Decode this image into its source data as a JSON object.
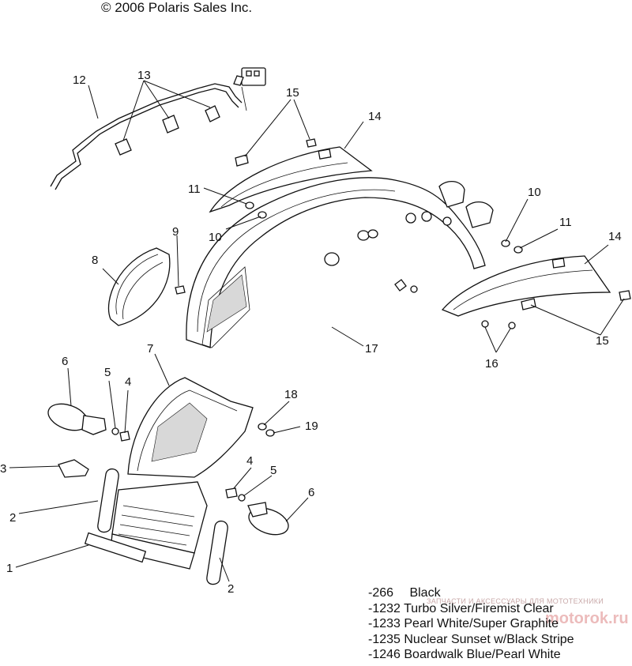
{
  "copyright": "© 2006 Polaris Sales Inc.",
  "callouts": {
    "c12": "12",
    "c13": "13",
    "c15a": "15",
    "c14a": "14",
    "c11a": "11",
    "c10a": "10",
    "c9": "9",
    "c8": "8",
    "c10b": "10",
    "c11b": "11",
    "c14b": "14",
    "c15b": "15",
    "c16": "16",
    "c17": "17",
    "c7": "7",
    "c6a": "6",
    "c5a": "5",
    "c4a": "4",
    "c3": "3",
    "c2a": "2",
    "c1": "1",
    "c18": "18",
    "c19": "19",
    "c4b": "4",
    "c5b": "5",
    "c6b": "6",
    "c2b": "2"
  },
  "legend": [
    {
      "code": "-266",
      "label": "Black"
    },
    {
      "code": "-1232",
      "label": "Turbo Silver/Firemist Clear"
    },
    {
      "code": "-1233",
      "label": "Pearl White/Super Graphite"
    },
    {
      "code": "-1235",
      "label": "Nuclear Sunset w/Black Stripe"
    },
    {
      "code": "-1246",
      "label": "Boardwalk Blue/Pearl White"
    }
  ],
  "watermark": {
    "text": "ЗАПЧАСТИ И АКСЕССУАРЫ ДЛЯ МОТОТЕХНИКИ",
    "logo": "motorok.ru"
  },
  "icons": {
    "diagram": "exploded-parts-diagram"
  }
}
